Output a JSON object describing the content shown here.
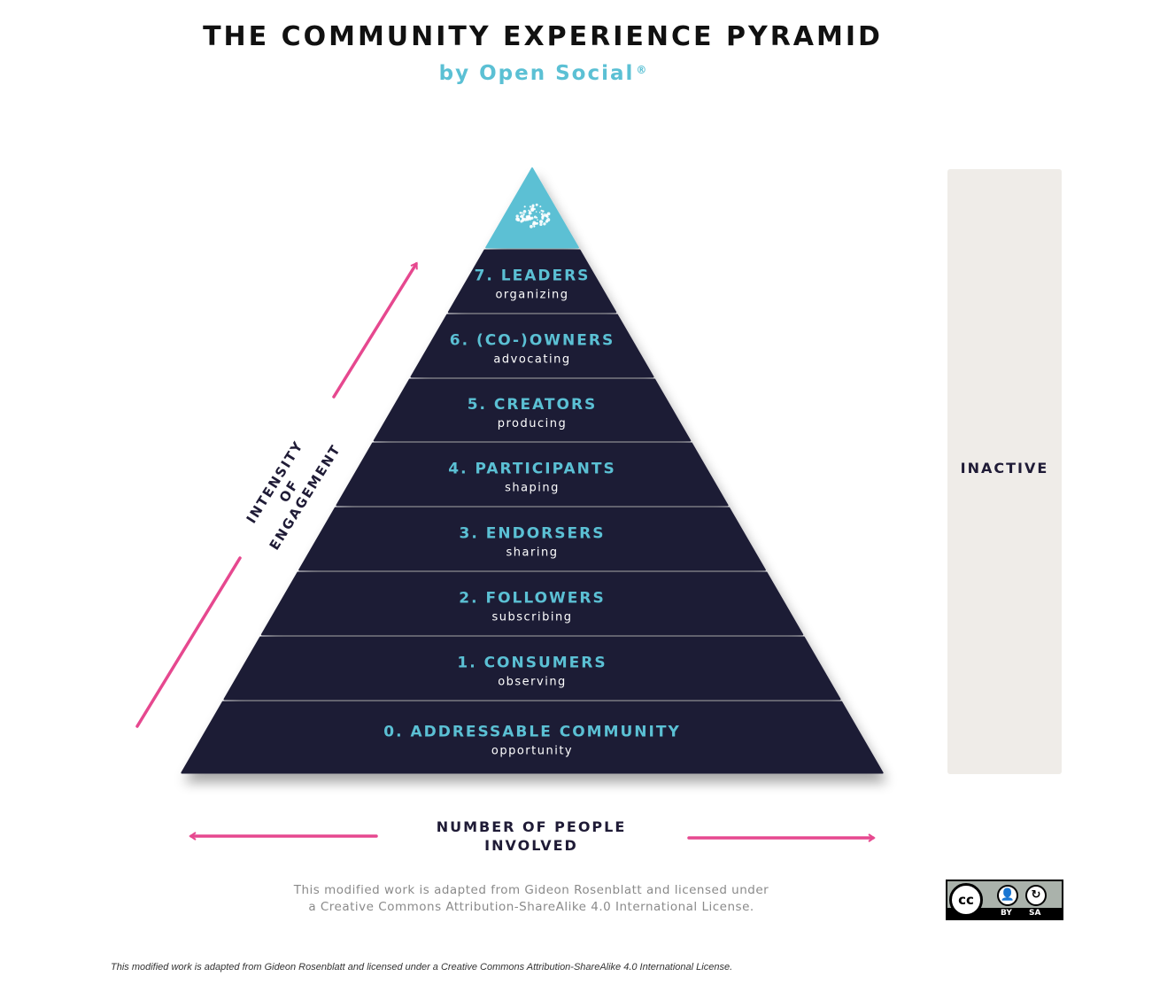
{
  "title": "THE COMMUNITY EXPERIENCE PYRAMID",
  "subtitle": "by Open Social",
  "subtitle_mark": "®",
  "levels": [
    {
      "name": "7. LEADERS",
      "sub": "organizing"
    },
    {
      "name": "6. (CO-)OWNERS",
      "sub": "advocating"
    },
    {
      "name": "5. CREATORS",
      "sub": "producing"
    },
    {
      "name": "4. PARTICIPANTS",
      "sub": "shaping"
    },
    {
      "name": "3. ENDORSERS",
      "sub": "sharing"
    },
    {
      "name": "2. FOLLOWERS",
      "sub": "subscribing"
    },
    {
      "name": "1. CONSUMERS",
      "sub": "observing"
    },
    {
      "name": "0. ADDRESSABLE COMMUNITY",
      "sub": "opportunity"
    }
  ],
  "inactive_label": "INACTIVE",
  "engagement_label": {
    "line1": "INTENSITY OF",
    "line2": "ENGAGEMENT"
  },
  "people_label": {
    "line1": "NUMBER OF PEOPLE",
    "line2": "INVOLVED"
  },
  "attribution": {
    "line1": "This modified work is adapted from Gideon Rosenblatt and licensed under",
    "line2": "a Creative Commons Attribution-ShareAlike 4.0 International License."
  },
  "footnote": "This modified work is adapted from Gideon Rosenblatt and licensed under a Creative Commons Attribution-ShareAlike 4.0 International License.",
  "cc_badge": {
    "cc": "cc",
    "by": "BY",
    "sa": "SA"
  },
  "colors": {
    "band": "#1f1b36",
    "apex": "#5bc0d4",
    "level_name": "#5bc0d4",
    "level_sub": "#ffffff",
    "arrow": "#e6488f",
    "inactive_bg": "#efece8"
  }
}
